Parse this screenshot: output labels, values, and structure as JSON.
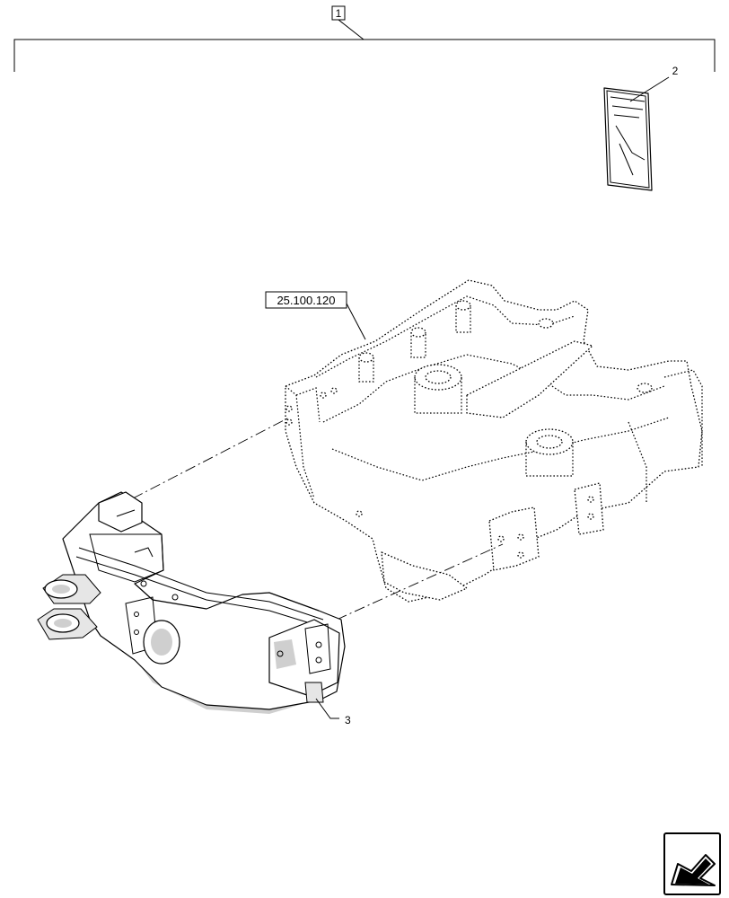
{
  "callouts": {
    "assembly": "1",
    "manual": "2",
    "front_axle_support": "3",
    "reference": "25.100.120"
  },
  "icons": {
    "nav_arrow": "navigate-previous-arrow-icon"
  }
}
